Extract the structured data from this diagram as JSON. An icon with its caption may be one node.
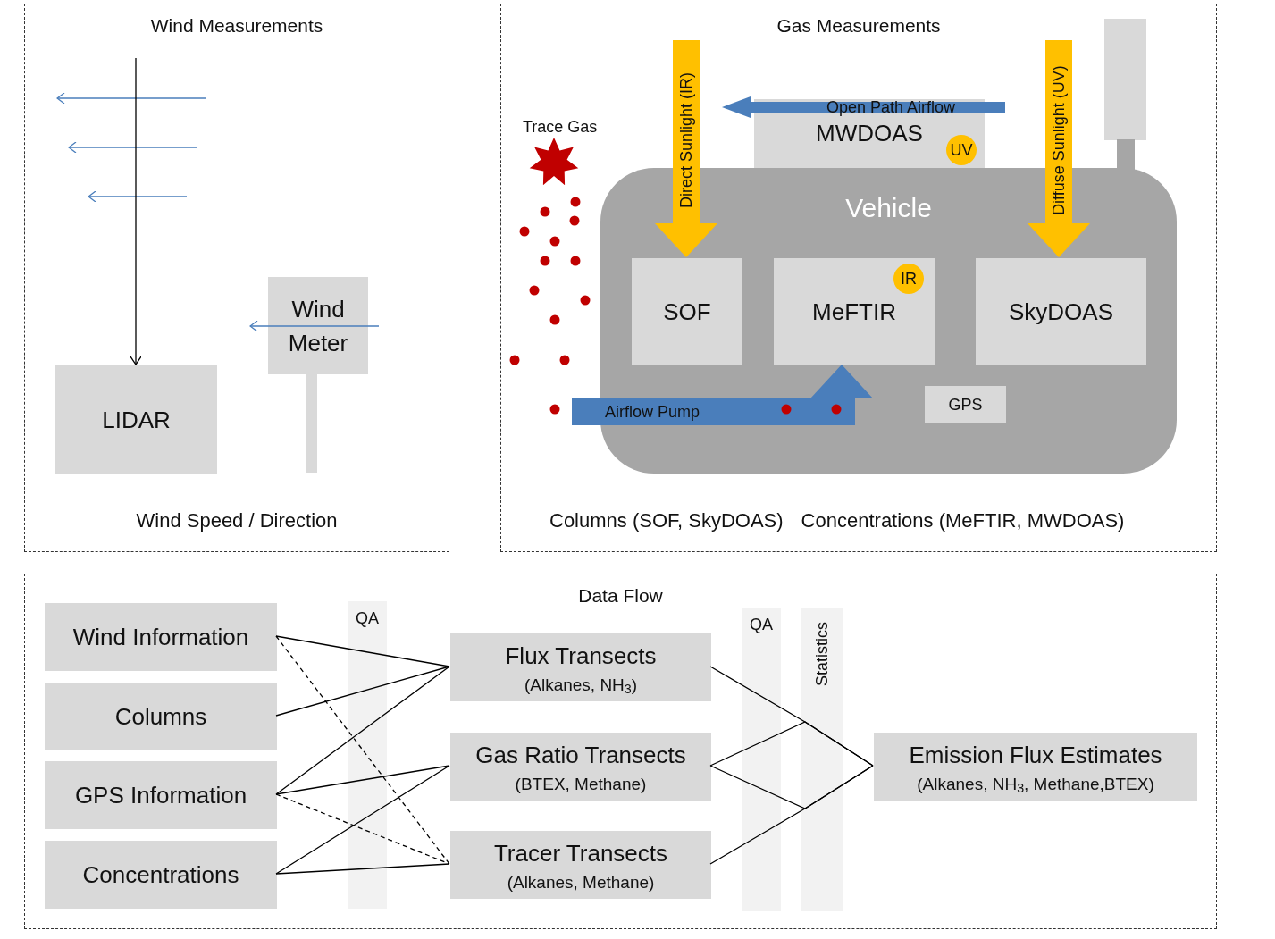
{
  "diagram": {
    "nodes": [
      {
        "text": [
          "Wind Measurements",
          "Wind Speed / Direction"
        ]
      },
      {
        "text": [
          "LIDAR"
        ],
        "in": 0
      },
      {
        "text": [
          "Wind Meter"
        ],
        "in": 0
      },
      {
        "text": [
          "Gas Measurements",
          "Columns (SOF, SkyDOAS)",
          "Concentrations (MeFTIR, MWDOAS)"
        ]
      },
      {
        "text": [
          "MWDOAS"
        ],
        "in": 3
      },
      {
        "text": [
          "UV"
        ],
        "in": 4
      },
      {
        "text": [],
        "shape": "box",
        "in": 3
      },
      {
        "text": [
          "Vehicle"
        ],
        "in": 3
      },
      {
        "text": [
          "SOF"
        ],
        "in": 7
      },
      {
        "text": [
          "MeFTIR"
        ],
        "in": 7
      },
      {
        "text": [
          "IR"
        ],
        "in": 9
      },
      {
        "text": [
          "SkyDOAS"
        ],
        "in": 7
      },
      {
        "text": [
          "GPS"
        ],
        "in": 7
      },
      {
        "text": [
          "Data Flow"
        ]
      },
      {
        "text": [
          "Wind Information"
        ],
        "in": 13
      },
      {
        "text": [
          "Columns"
        ],
        "in": 13
      },
      {
        "text": [
          "GPS Information"
        ],
        "in": 13
      },
      {
        "text": [
          "Concentrations"
        ],
        "in": 13
      },
      {
        "text": [
          "Flux Transects",
          "(Alkanes, NH$_{3}$)"
        ],
        "in": 13
      },
      {
        "text": [
          "Gas Ratio Transects",
          "(BTEX, Methane)"
        ],
        "in": 13
      },
      {
        "text": [
          "Tracer Transects",
          "(Alkanes, Methane)"
        ],
        "in": 13
      },
      {
        "text": [
          "Emission Flux Estimates",
          "(Alkanes, NH$_{3}$, Methane,BTEX)"
        ],
        "in": 13
      }
    ],
    "edges": [
      {
        "from": null,
        "to": 1,
        "arrow": "to"
      },
      {
        "from": null,
        "to": 8,
        "arrow": "to",
        "label": "Direct Sunlight (IR)",
        "style": "thick",
        "color": "#ffc000"
      },
      {
        "from": null,
        "to": 11,
        "arrow": "to",
        "label": "Diffuse Sunlight (UV)",
        "style": "thick",
        "color": "#ffc000"
      },
      {
        "from": null,
        "to": 9,
        "arrow": "to",
        "label": "Airflow Pump",
        "style": "thick",
        "color": "#4a7ebb"
      },
      {
        "from": 14,
        "to": 18,
        "arrow": "none"
      },
      {
        "from": 14,
        "to": 20,
        "arrow": "none",
        "style": "dashed"
      },
      {
        "from": 15,
        "to": 18,
        "arrow": "none"
      },
      {
        "from": 16,
        "to": 18,
        "arrow": "none"
      },
      {
        "from": 16,
        "to": 19,
        "arrow": "none"
      },
      {
        "from": 16,
        "to": 20,
        "arrow": "none",
        "style": "dashed"
      },
      {
        "from": 17,
        "to": 19,
        "arrow": "none"
      },
      {
        "from": 17,
        "to": 20,
        "arrow": "none"
      },
      {
        "from": 18,
        "to": 21,
        "arrow": "none"
      },
      {
        "from": 19,
        "to": 21,
        "arrow": "none"
      },
      {
        "from": 20,
        "to": 21,
        "arrow": "none"
      }
    ],
    "labels": [
      "Trace Gas",
      "Open Path Airflow",
      "QA",
      "QA",
      "Statistics"
    ]
  }
}
